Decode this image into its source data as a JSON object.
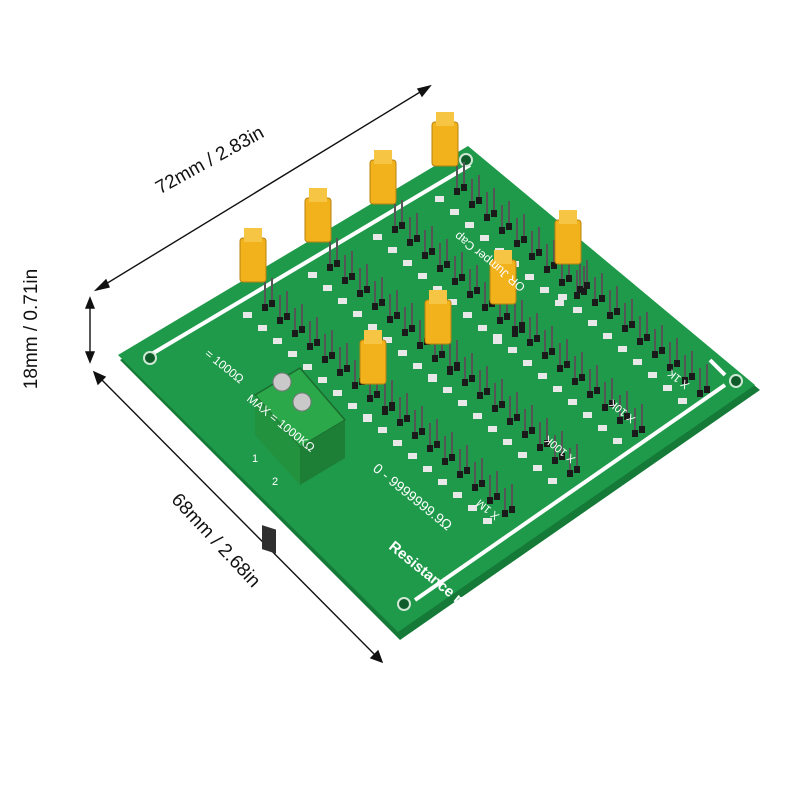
{
  "dimensions": {
    "width_label": "72mm / 2.83in",
    "height_label": "18mm / 0.71in",
    "depth_label": "68mm / 2.68in"
  },
  "board": {
    "resistance_title": "Resistance range",
    "resistance_value": "0 - 9999999.9Ω",
    "max_current_text": "MAX = 1000KΩ",
    "range_text": "= 1000Ω",
    "side_text": "OR Jumper Cap",
    "terminal_labels": [
      "1",
      "2"
    ],
    "multiplier_labels": [
      "X 1M",
      "X 100K",
      "X 10K",
      "X 1K"
    ],
    "colors": {
      "pcb": "#1f9a4a",
      "pcb_edge": "#157a37",
      "silkscreen": "#ffffff",
      "jumper": "#f2b21b",
      "terminal": "#2aa84a",
      "header_pin": "#1a1a1a",
      "resistor": "#e8e8e8"
    }
  }
}
